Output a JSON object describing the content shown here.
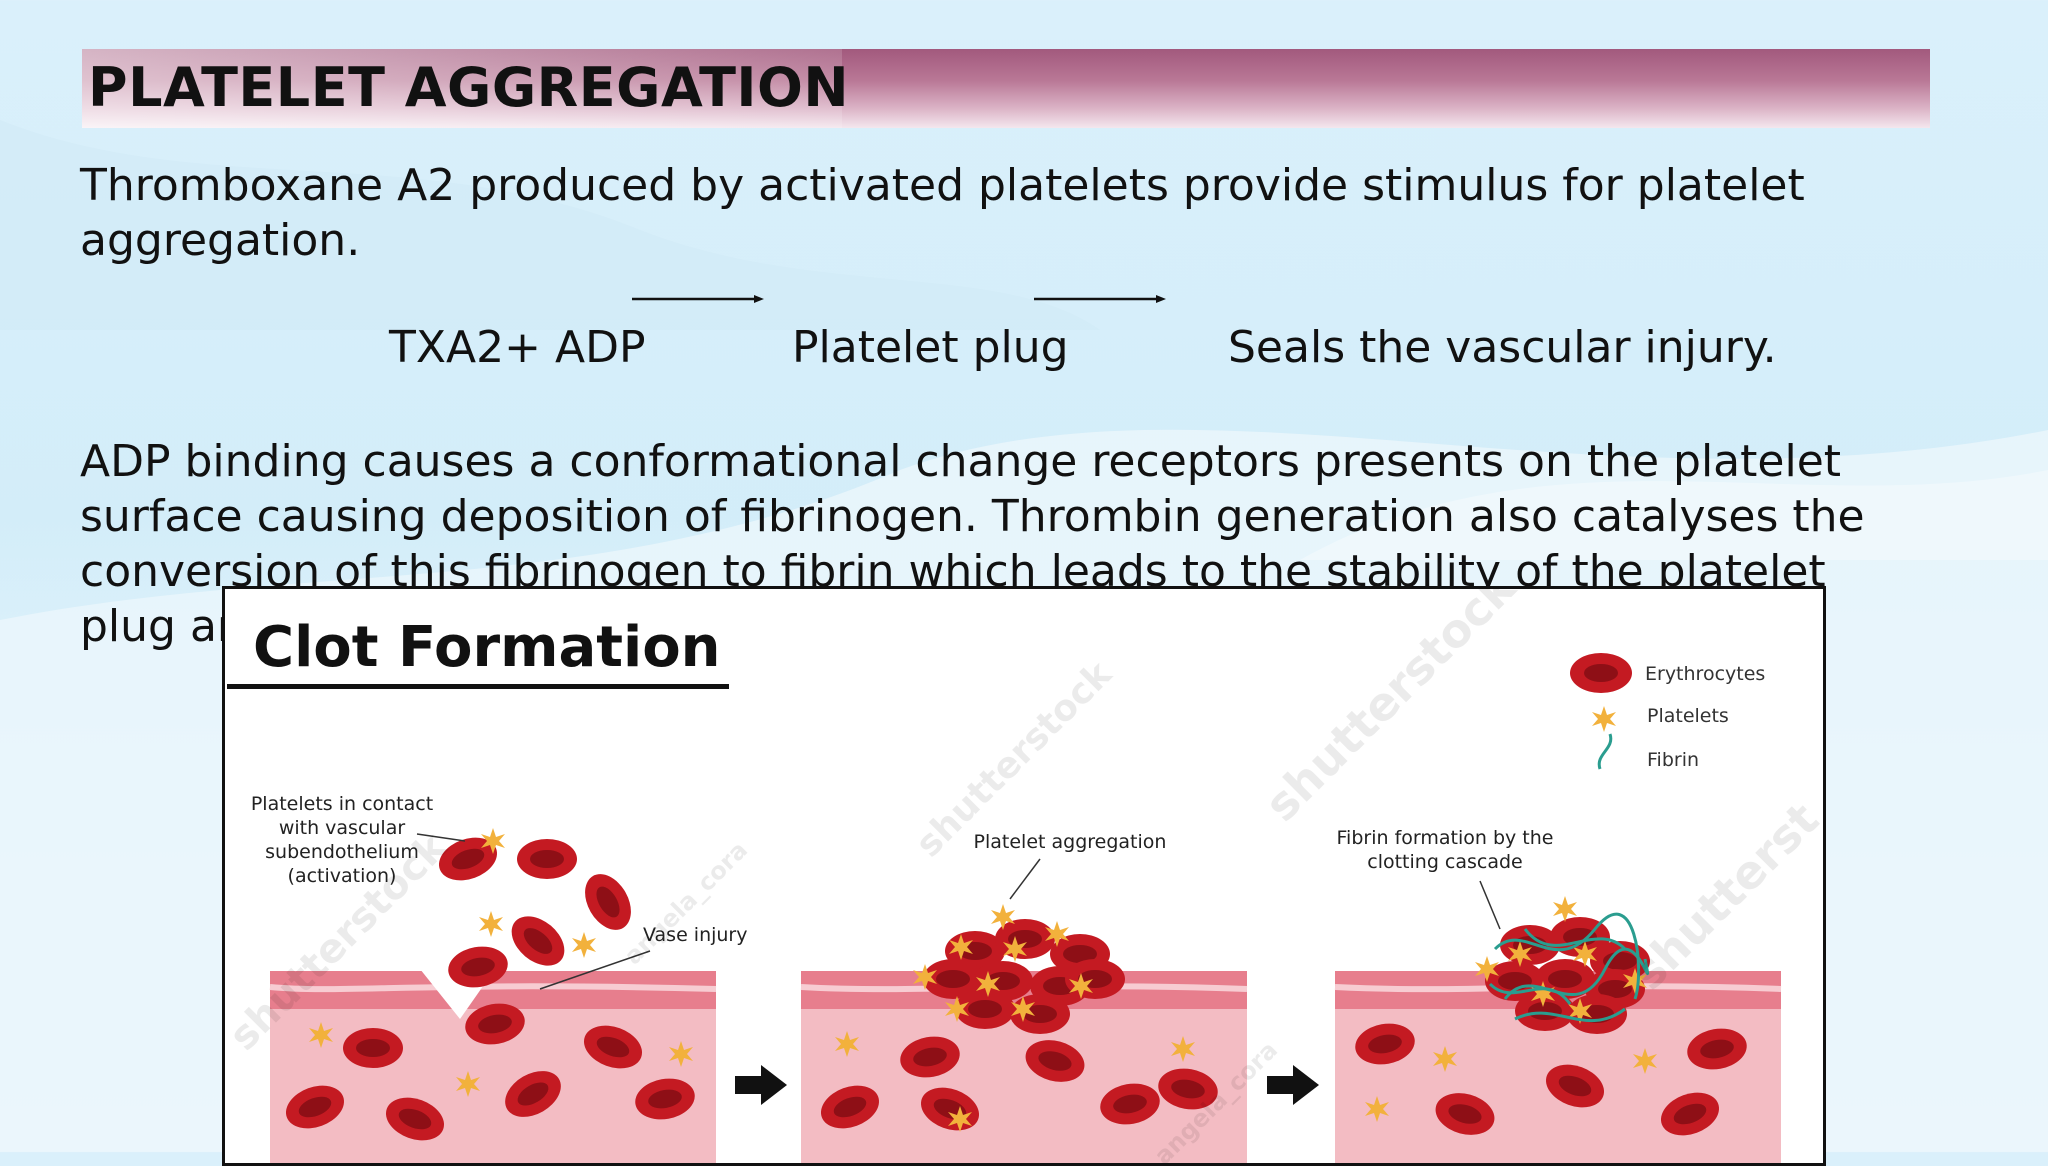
{
  "slide": {
    "title": "PLATELET AGGREGATION",
    "paragraph1": "Thromboxane A2 produced by activated platelets provide stimulus for platelet aggregation.",
    "flow": {
      "step1": "TXA2+ ADP",
      "step2": "Platelet plug",
      "step3": "Seals the vascular injury."
    },
    "paragraph2": "ADP binding causes a conformational change receptors presents on the platelet surface causing deposition of fibrinogen. Thrombin generation also catalyses the conversion of this fibrinogen to fibrin which leads to the stability of the platelet plug and blocks injury."
  },
  "figure": {
    "title": "Clot Formation",
    "legend": [
      {
        "icon": "erythrocyte-icon",
        "label": "Erythrocytes"
      },
      {
        "icon": "platelet-icon",
        "label": "Platelets"
      },
      {
        "icon": "fibrin-icon",
        "label": "Fibrin"
      }
    ],
    "labels": {
      "platelets_contact": "Platelets in contact with vascular subendothelium (activation)",
      "vase_injury": "Vase injury",
      "platelet_aggregation": "Platelet aggregation",
      "fibrin_formation": "Fibrin formation by the clotting cascade"
    },
    "watermarks": [
      "shutterstock",
      "angela_cora",
      "shutterstock",
      "shutterst",
      "angela_cora",
      "shutterstock"
    ],
    "colors": {
      "erythrocyte": "#c41a22",
      "platelet": "#f2b13c",
      "fibrin": "#2a9d8f",
      "tissue": "#f3bcc3",
      "tissue_top": "#e77e8d",
      "arrow": "#111111"
    }
  },
  "colors": {
    "title_bar": "#a2597d",
    "background": "#d3edf9",
    "text": "#111111"
  }
}
